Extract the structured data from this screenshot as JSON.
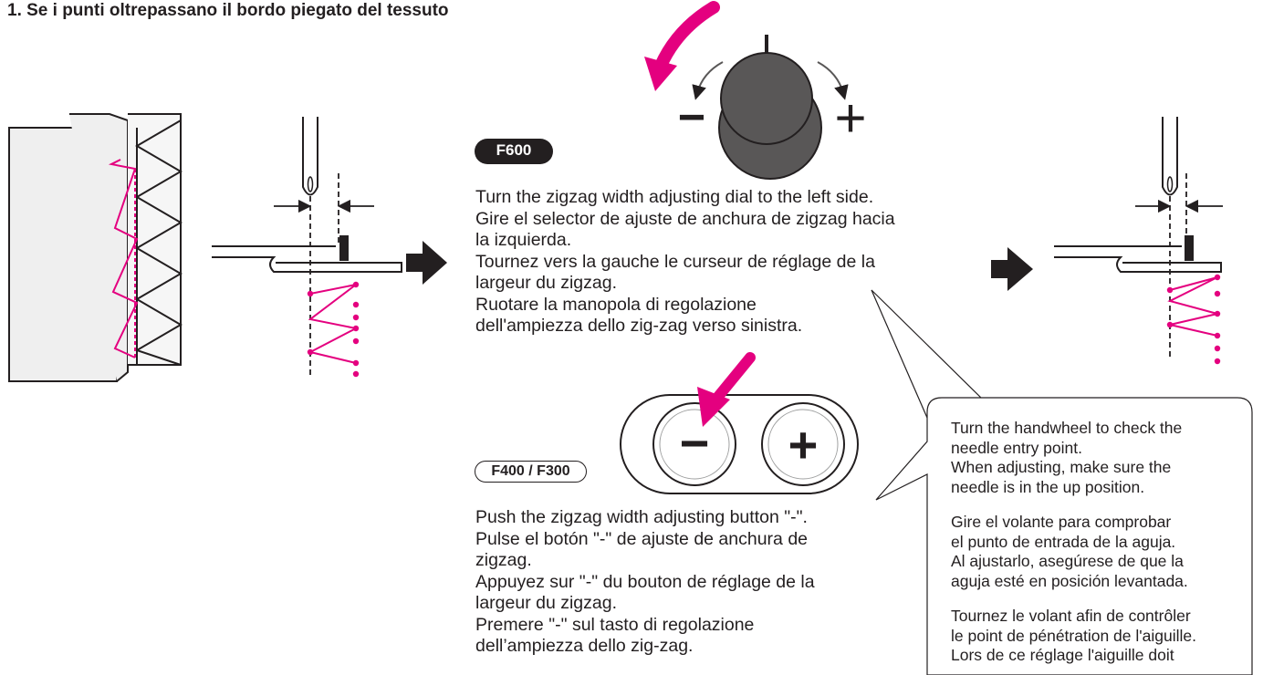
{
  "heading": "1. Se i punti oltrepassano il bordo piegato del tessuto",
  "f600": {
    "badge": "F600",
    "lines": [
      "Turn the zigzag width adjusting dial to the left side.",
      "Gire el selector de ajuste de anchura de zigzag hacia",
      "la izquierda.",
      "Tournez vers la gauche le curseur de réglage de la",
      "largeur du zigzag.",
      "Ruotare la manopola di regolazione",
      "dell'ampiezza dello zig-zag verso sinistra."
    ],
    "dial_minus": "−",
    "dial_plus": "+"
  },
  "f400": {
    "badge": "F400 / F300",
    "lines": [
      "Push the zigzag width adjusting button \"-\".",
      "Pulse el botón \"-\" de ajuste de anchura de",
      "zigzag.",
      "Appuyez sur \"-\" du bouton de réglage de la",
      "largeur du zigzag.",
      "Premere \"-\" sul tasto di regolazione",
      "dell’ampiezza dello zig-zag."
    ],
    "button_minus": "−",
    "button_plus": "+"
  },
  "callout": {
    "en": [
      "Turn the handwheel to check the",
      "needle entry point.",
      "When adjusting, make sure the",
      "needle is in the up position."
    ],
    "es": [
      "Gire el volante para comprobar",
      "el punto de entrada de la aguja.",
      "Al ajustarlo, asegúrese de que la",
      "aguja esté en posición levantada."
    ],
    "fr": [
      "Tournez le volant afin de contrôler",
      "le point de pénétration de l'aiguille.",
      "Lors de ce réglage l'aiguille doit"
    ]
  },
  "colors": {
    "magenta": "#e4007f",
    "ink": "#231f20",
    "dial": "#595757",
    "fabric": "#efefef"
  }
}
